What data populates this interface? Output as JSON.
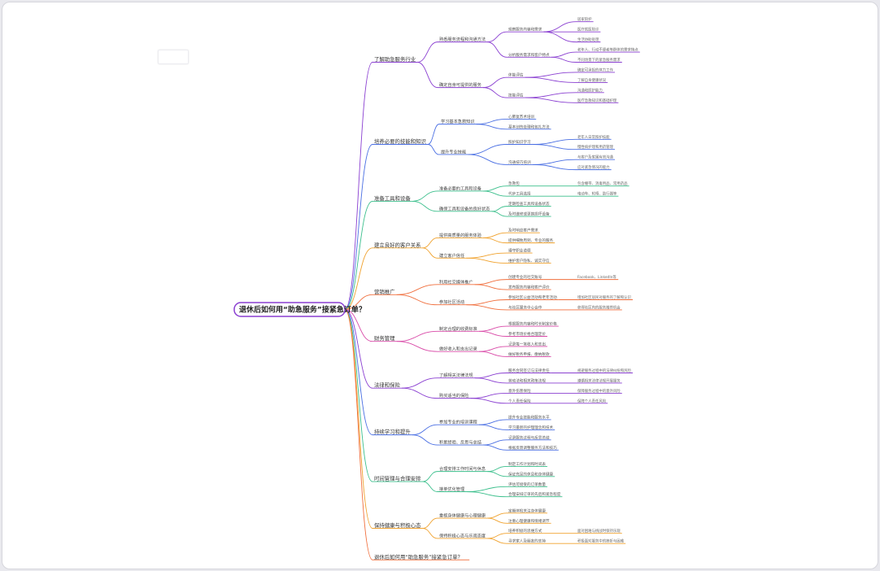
{
  "colors": {
    "background": "#e9e9ee",
    "canvas": "#ffffff",
    "root_border": "#8a3fd1",
    "branches": [
      "#8a3fd1",
      "#4a6fe3",
      "#3bbf8c",
      "#f0a22e",
      "#f06e3c",
      "#d94aa8",
      "#8a3fd1",
      "#4a6fe3",
      "#3bbf8c",
      "#f0a22e",
      "#f06e3c"
    ]
  },
  "root": "退休后如何用“助急服务”接紧急订单？",
  "branches": [
    {
      "label": "了解助急服务行业",
      "children": [
        {
          "label": "熟悉服务流程和沟通方法",
          "children": [
            {
              "label": "观察服务内容和需求",
              "children": [
                {
                  "label": "居家陪护"
                },
                {
                  "label": "医疗就医陪诊"
                },
                {
                  "label": "生活协助处理"
                }
              ]
            },
            {
              "label": "分析服务需求和客户特点",
              "children": [
                {
                  "label": "老年人、行动不便者等群体的需求特点"
                },
                {
                  "label": "不同场景下的紧急服务需求"
                }
              ]
            }
          ]
        },
        {
          "label": "确定自身可提供的服务",
          "children": [
            {
              "label": "体能评估",
              "children": [
                {
                  "label": "确定可承担的体力工作"
                },
                {
                  "label": "了解自身健康状况"
                }
              ]
            },
            {
              "label": "技能评估",
              "children": [
                {
                  "label": "沟通和照护能力"
                },
                {
                  "label": "医疗急救知识和基础护理"
                }
              ]
            }
          ]
        }
      ]
    },
    {
      "label": "培养必要的技能和知识",
      "children": [
        {
          "label": "学习基本急救知识",
          "children": [
            {
              "label": "心肺复苏术培训"
            },
            {
              "label": "基本创伤处理和包扎方法"
            }
          ]
        },
        {
          "label": "提升专业技能",
          "children": [
            {
              "label": "照护知识学习",
              "children": [
                {
                  "label": "老年人日常照护技能"
                },
                {
                  "label": "慢性病护理和用药管理"
                }
              ]
            },
            {
              "label": "沟通技巧培训",
              "children": [
                {
                  "label": "与客户及家属有效沟通"
                },
                {
                  "label": "应对紧急情况的能力"
                }
              ]
            }
          ]
        }
      ]
    },
    {
      "label": "准备工具和设备",
      "children": [
        {
          "label": "准备必要的工具和设备",
          "children": [
            {
              "label": "急救包",
              "children": [
                {
                  "label": "包含绷带、消毒用品、常用药品"
                }
              ]
            },
            {
              "label": "代步工具选择",
              "children": [
                {
                  "label": "电动车、轮椅、助行器等"
                }
              ]
            }
          ]
        },
        {
          "label": "确保工具和设备的良好状态",
          "children": [
            {
              "label": "定期检查工具和设备状态"
            },
            {
              "label": "及时维修或更换损坏设备"
            }
          ]
        }
      ]
    },
    {
      "label": "建立良好的客户关系",
      "children": [
        {
          "label": "提供高质量的服务体验",
          "children": [
            {
              "label": "及时响应客户需求"
            },
            {
              "label": "提供细致周到、专业的服务"
            }
          ]
        },
        {
          "label": "建立客户信任",
          "children": [
            {
              "label": "遵守职业道德"
            },
            {
              "label": "维护客户隐私、诚实守信"
            }
          ]
        }
      ]
    },
    {
      "label": "营销推广",
      "children": [
        {
          "label": "利用社交媒体推广",
          "children": [
            {
              "label": "创建专业的社交账号",
              "children": [
                {
                  "label": "Facebook、LinkedIn等"
                }
              ]
            },
            {
              "label": "发布服务内容和客户评价"
            }
          ]
        },
        {
          "label": "参加社区活动",
          "children": [
            {
              "label": "参加社区公益活动和老年活动",
              "children": [
                {
                  "label": "增加社区居民对服务的了解和认识"
                }
              ]
            },
            {
              "label": "与社区服务中心合作",
              "children": [
                {
                  "label": "获得社区内的服务推荐机会"
                }
              ]
            }
          ]
        }
      ]
    },
    {
      "label": "财务管理",
      "children": [
        {
          "label": "制定合理的收费标准",
          "children": [
            {
              "label": "根据服务内容和时长制定价格"
            },
            {
              "label": "参考市场价格合理定价"
            }
          ]
        },
        {
          "label": "做好收入和支出记录",
          "children": [
            {
              "label": "记录每一笔收入和支出"
            },
            {
              "label": "做好税务申报、缴纳税款"
            }
          ]
        }
      ]
    },
    {
      "label": "法律和保险",
      "children": [
        {
          "label": "了解相关法律法规",
          "children": [
            {
              "label": "服务合同签订与法律责任",
              "children": [
                {
                  "label": "规避服务过程中的法律纠纷和风险"
                }
              ]
            },
            {
              "label": "劳动法和相关政策法规",
              "children": [
                {
                  "label": "遵循相关法律法规开展服务"
                }
              ]
            }
          ]
        },
        {
          "label": "购买适当的保险",
          "children": [
            {
              "label": "意外伤害保险",
              "children": [
                {
                  "label": "保障服务过程中的意外风险"
                }
              ]
            },
            {
              "label": "个人责任保险",
              "children": [
                {
                  "label": "保障个人责任风险"
                }
              ]
            }
          ]
        }
      ]
    },
    {
      "label": "持续学习和提升",
      "children": [
        {
          "label": "参加专业的培训课程",
          "children": [
            {
              "label": "提升专业技能和服务水平"
            },
            {
              "label": "学习最新的护理理念和技术"
            }
          ]
        },
        {
          "label": "积累经验、反思与总结",
          "children": [
            {
              "label": "记录服务过程与反思总结"
            },
            {
              "label": "根据反馈调整服务方法和技巧"
            }
          ]
        }
      ]
    },
    {
      "label": "时间管理与合理安排",
      "children": [
        {
          "label": "合理安排工作时间与休息",
          "children": [
            {
              "label": "制定工作计划和时间表"
            },
            {
              "label": "保证充足的休息和身体健康"
            }
          ]
        },
        {
          "label": "接单优化管理",
          "children": [
            {
              "label": "评估可接受的订单数量"
            },
            {
              "label": "合理安排订单的先后和紧急程度"
            }
          ]
        }
      ]
    },
    {
      "label": "保持健康与积极心态",
      "children": [
        {
          "label": "重视身体健康与心理健康",
          "children": [
            {
              "label": "定期体检关注身体健康"
            },
            {
              "label": "注重心理健康和情绪调节"
            }
          ]
        },
        {
          "label": "保持积极心态与乐观态度",
          "children": [
            {
              "label": "培养积极的思维方式",
              "children": [
                {
                  "label": "面对困难与挑战时保持乐观"
                }
              ]
            },
            {
              "label": "寻求家人及朋友的支持",
              "children": [
                {
                  "label": "积极面对服务中的挫折与困难"
                }
              ]
            }
          ]
        }
      ]
    },
    {
      "label": "退休后如何用“助急服务”接紧急订单？",
      "children": []
    }
  ]
}
